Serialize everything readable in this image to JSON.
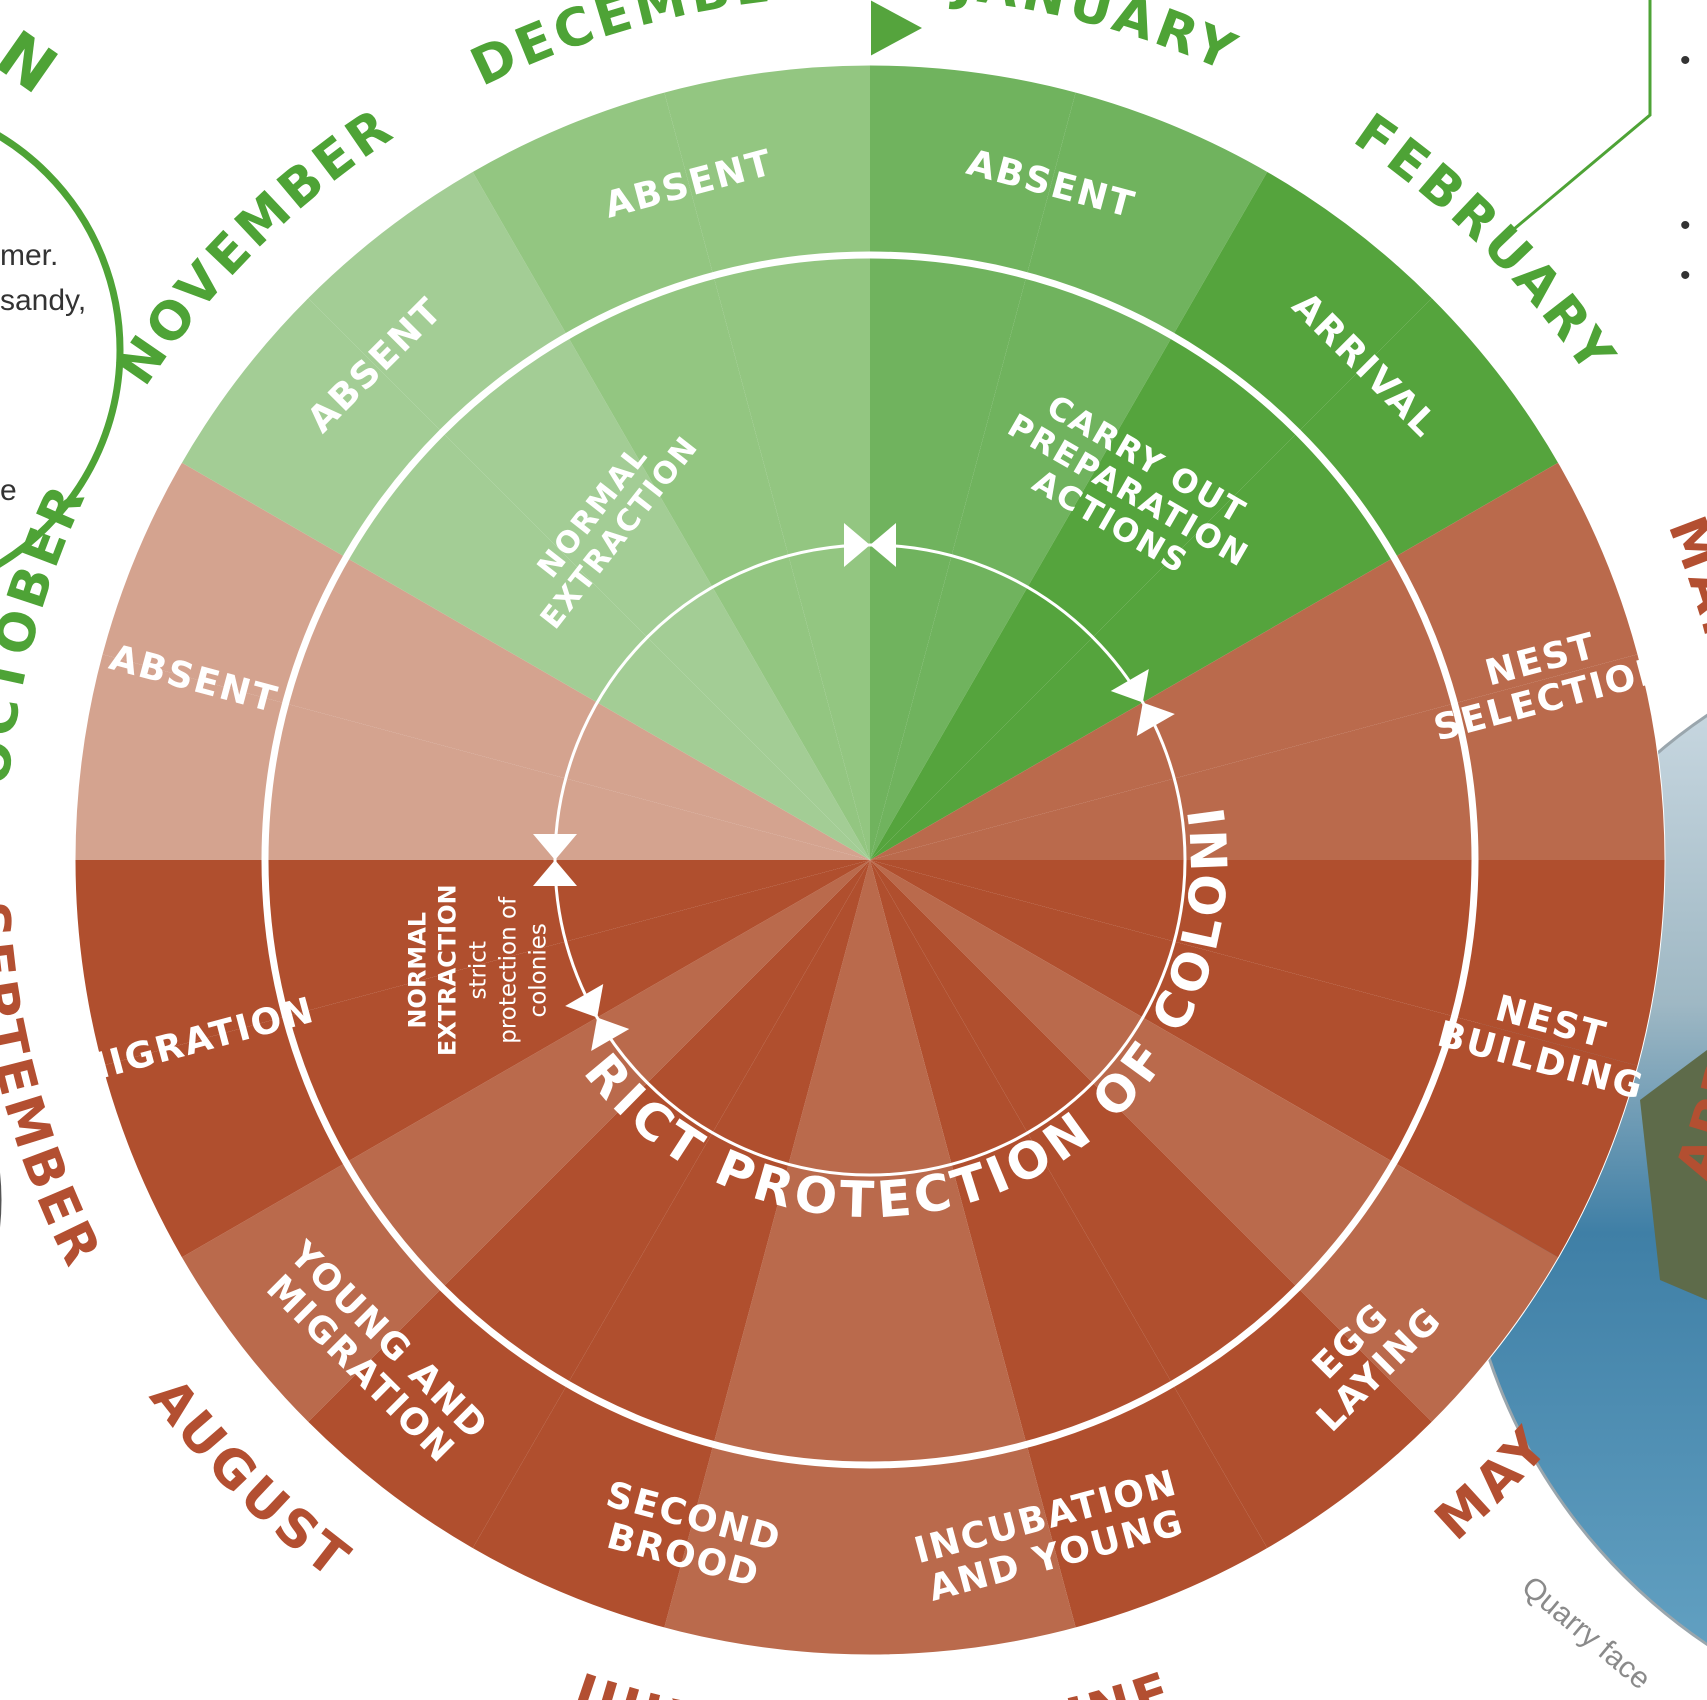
{
  "colors": {
    "green_light": "#a3cd95",
    "green_mid": "#93c681",
    "green_strong": "#70b35e",
    "green_dark": "#55a43d",
    "green_text": "#4ea336",
    "red_pale": "#d4a38f",
    "red_mid": "#ba6a4c",
    "red_dark": "#b04f2e",
    "red_text": "#b34f31",
    "white": "#ffffff"
  },
  "months": [
    {
      "key": "january",
      "label": "JANUARY",
      "color": "#4ea336"
    },
    {
      "key": "february",
      "label": "FEBRUARY",
      "color": "#4ea336"
    },
    {
      "key": "march",
      "label": "MARCH",
      "color": "#b34f31"
    },
    {
      "key": "april",
      "label": "APRIL",
      "color": "#b34f31"
    },
    {
      "key": "may",
      "label": "MAY",
      "color": "#b34f31"
    },
    {
      "key": "june",
      "label": "JUNE",
      "color": "#b34f31"
    },
    {
      "key": "july",
      "label": "JULY",
      "color": "#b34f31"
    },
    {
      "key": "august",
      "label": "AUGUST",
      "color": "#b34f31"
    },
    {
      "key": "september",
      "label": "SEPTEMBER",
      "color": "#b34f31"
    },
    {
      "key": "october",
      "label": "OCTOBER",
      "color": "#4ea336"
    },
    {
      "key": "november",
      "label": "NOVEMBER",
      "color": "#4ea336"
    },
    {
      "key": "december",
      "label": "DECEMBER",
      "color": "#4ea336"
    }
  ],
  "bird_stages": [
    {
      "month": "january",
      "lines": [
        "ABSENT"
      ]
    },
    {
      "month": "february",
      "lines": [
        "ARRIVAL"
      ]
    },
    {
      "month": "march",
      "lines": [
        "NEST",
        "SELECTION"
      ]
    },
    {
      "month": "april",
      "lines": [
        "NEST",
        "BUILDING"
      ]
    },
    {
      "month": "may",
      "lines": [
        "EGG",
        "LAYING"
      ]
    },
    {
      "month": "june",
      "lines": [
        "INCUBATION",
        "AND YOUNG"
      ]
    },
    {
      "month": "july",
      "lines": [
        "SECOND",
        "BROOD"
      ]
    },
    {
      "month": "august",
      "lines": [
        "YOUNG AND",
        "MIGRATION"
      ]
    },
    {
      "month": "september",
      "lines": [
        "MIGRATION"
      ]
    },
    {
      "month": "october",
      "lines": [
        "ABSENT"
      ]
    },
    {
      "month": "november",
      "lines": [
        "ABSENT"
      ]
    },
    {
      "month": "december",
      "lines": [
        "ABSENT"
      ]
    }
  ],
  "quarry_phases": [
    {
      "key": "preparation",
      "lines": [
        "CARRY OUT",
        "PREPARATION",
        "ACTIONS"
      ]
    },
    {
      "key": "normal_winter",
      "lines": [
        "NORMAL",
        "EXTRACTION"
      ]
    },
    {
      "key": "strict",
      "label": "STRICT PROTECTION OF COLONIES"
    },
    {
      "key": "normal_september",
      "lines": [
        "NORMAL",
        "EXTRACTION",
        "strict",
        "protection of",
        "colonies"
      ]
    }
  ],
  "background": {
    "left_snippets": [
      "mer.",
      "sandy,",
      "e"
    ],
    "title_fragment": "N",
    "photo_caption": "Quarry face"
  }
}
